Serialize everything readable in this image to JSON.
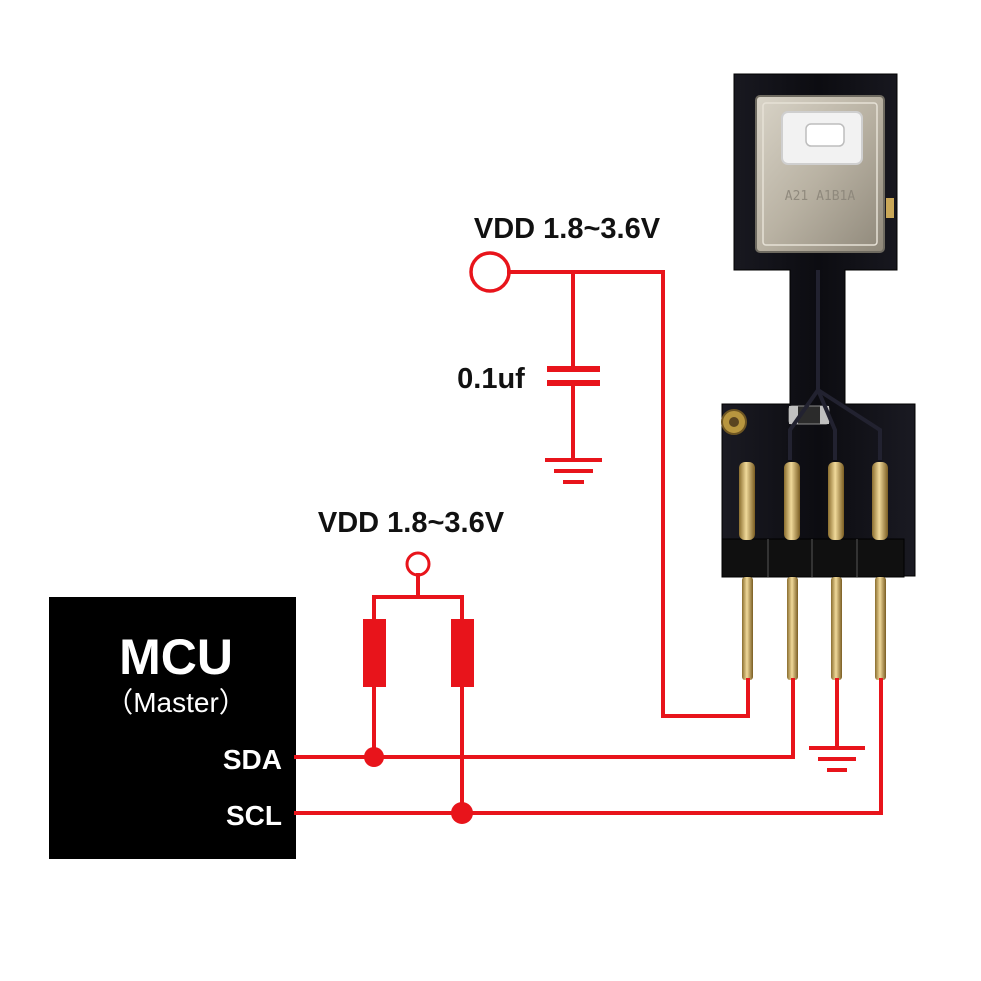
{
  "labels": {
    "vdd_top": "VDD 1.8~3.6V",
    "capacitor": "0.1uf",
    "vdd_pullup": "VDD 1.8~3.6V"
  },
  "mcu": {
    "title": "MCU",
    "subtitle": "（Master）",
    "pin_sda": "SDA",
    "pin_scl": "SCL"
  },
  "sensor_marking": "A21 A1B1A",
  "colors": {
    "wire": "#e8141b",
    "mcu_fill": "#000000",
    "pcb": "#0d0d12",
    "pin_gold": "#c9a758",
    "label_text": "#111111"
  }
}
